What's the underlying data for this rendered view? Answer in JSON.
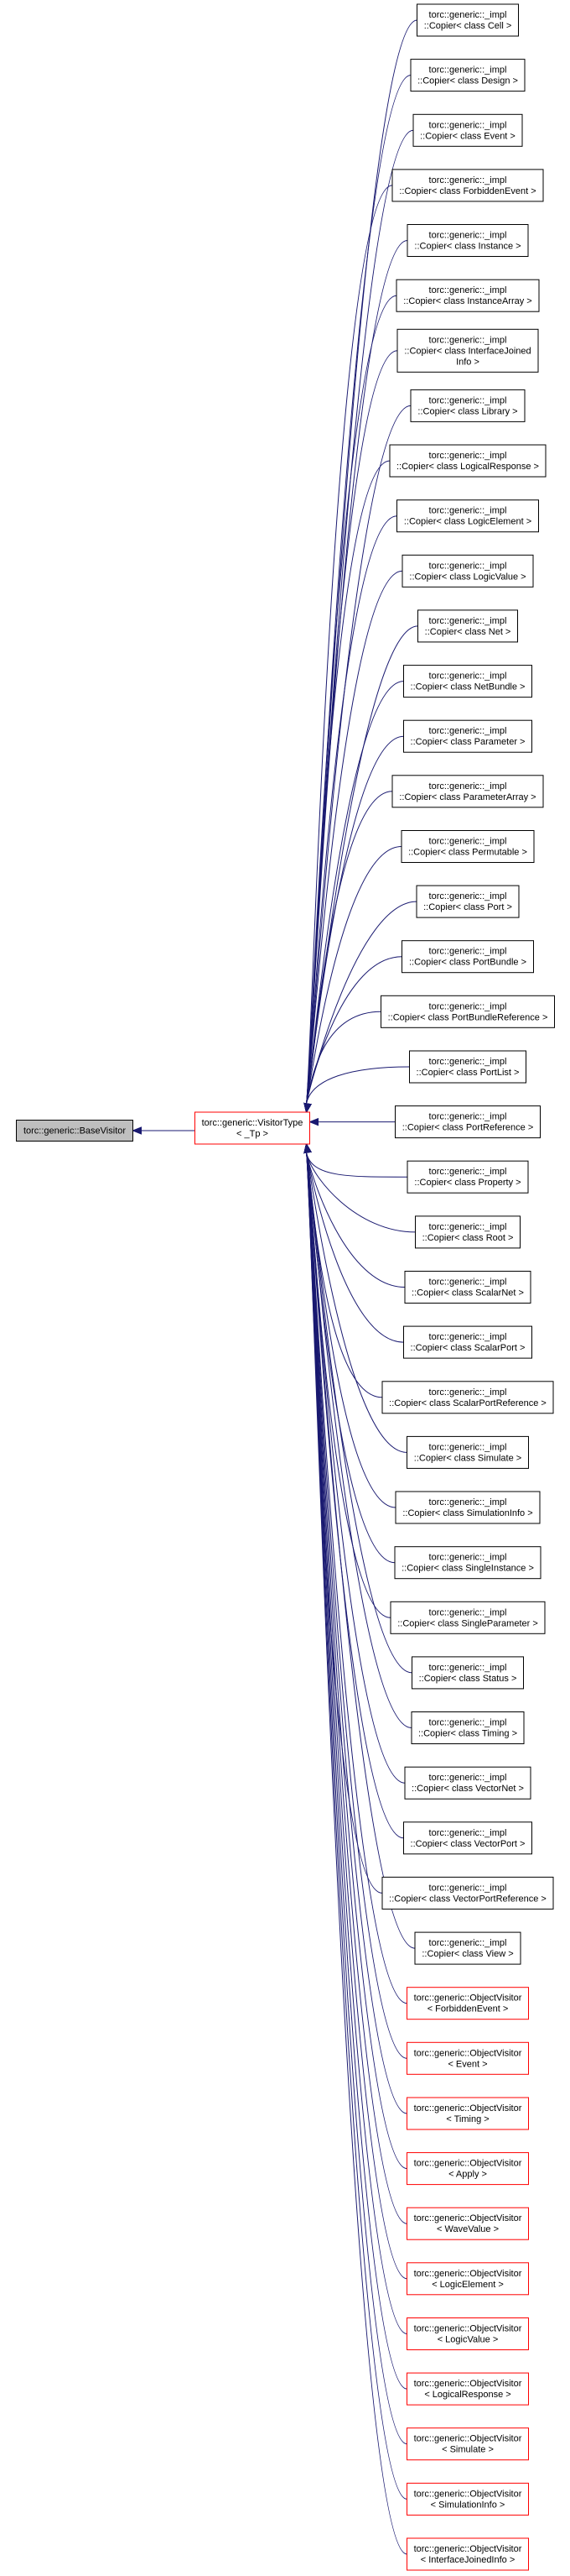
{
  "diagram": {
    "root": {
      "label": "torc::generic::BaseVisitor",
      "fill": "#bfbfbf",
      "border": "#000000"
    },
    "hub": {
      "lines": [
        "torc::generic::VisitorType",
        "< _Tp >"
      ],
      "border": "#ff0000"
    },
    "edge_color": "#191970",
    "children": [
      {
        "lines": [
          "torc::generic::_impl",
          "::Copier< class Cell >"
        ],
        "border": "#000000"
      },
      {
        "lines": [
          "torc::generic::_impl",
          "::Copier< class Design >"
        ],
        "border": "#000000"
      },
      {
        "lines": [
          "torc::generic::_impl",
          "::Copier< class Event >"
        ],
        "border": "#000000"
      },
      {
        "lines": [
          "torc::generic::_impl",
          "::Copier< class ForbiddenEvent >"
        ],
        "border": "#000000"
      },
      {
        "lines": [
          "torc::generic::_impl",
          "::Copier< class Instance >"
        ],
        "border": "#000000"
      },
      {
        "lines": [
          "torc::generic::_impl",
          "::Copier< class InstanceArray >"
        ],
        "border": "#000000"
      },
      {
        "lines": [
          "torc::generic::_impl",
          "::Copier< class InterfaceJoined",
          "Info >"
        ],
        "border": "#000000"
      },
      {
        "lines": [
          "torc::generic::_impl",
          "::Copier< class Library >"
        ],
        "border": "#000000"
      },
      {
        "lines": [
          "torc::generic::_impl",
          "::Copier< class LogicalResponse >"
        ],
        "border": "#000000"
      },
      {
        "lines": [
          "torc::generic::_impl",
          "::Copier< class LogicElement >"
        ],
        "border": "#000000"
      },
      {
        "lines": [
          "torc::generic::_impl",
          "::Copier< class LogicValue >"
        ],
        "border": "#000000"
      },
      {
        "lines": [
          "torc::generic::_impl",
          "::Copier< class Net >"
        ],
        "border": "#000000"
      },
      {
        "lines": [
          "torc::generic::_impl",
          "::Copier< class NetBundle >"
        ],
        "border": "#000000"
      },
      {
        "lines": [
          "torc::generic::_impl",
          "::Copier< class Parameter >"
        ],
        "border": "#000000"
      },
      {
        "lines": [
          "torc::generic::_impl",
          "::Copier< class ParameterArray >"
        ],
        "border": "#000000"
      },
      {
        "lines": [
          "torc::generic::_impl",
          "::Copier< class Permutable >"
        ],
        "border": "#000000"
      },
      {
        "lines": [
          "torc::generic::_impl",
          "::Copier< class Port >"
        ],
        "border": "#000000"
      },
      {
        "lines": [
          "torc::generic::_impl",
          "::Copier< class PortBundle >"
        ],
        "border": "#000000"
      },
      {
        "lines": [
          "torc::generic::_impl",
          "::Copier< class PortBundleReference >"
        ],
        "border": "#000000"
      },
      {
        "lines": [
          "torc::generic::_impl",
          "::Copier< class PortList >"
        ],
        "border": "#000000"
      },
      {
        "lines": [
          "torc::generic::_impl",
          "::Copier< class PortReference >"
        ],
        "border": "#000000"
      },
      {
        "lines": [
          "torc::generic::_impl",
          "::Copier< class Property >"
        ],
        "border": "#000000"
      },
      {
        "lines": [
          "torc::generic::_impl",
          "::Copier< class Root >"
        ],
        "border": "#000000"
      },
      {
        "lines": [
          "torc::generic::_impl",
          "::Copier< class ScalarNet >"
        ],
        "border": "#000000"
      },
      {
        "lines": [
          "torc::generic::_impl",
          "::Copier< class ScalarPort >"
        ],
        "border": "#000000"
      },
      {
        "lines": [
          "torc::generic::_impl",
          "::Copier< class ScalarPortReference >"
        ],
        "border": "#000000"
      },
      {
        "lines": [
          "torc::generic::_impl",
          "::Copier< class Simulate >"
        ],
        "border": "#000000"
      },
      {
        "lines": [
          "torc::generic::_impl",
          "::Copier< class SimulationInfo >"
        ],
        "border": "#000000"
      },
      {
        "lines": [
          "torc::generic::_impl",
          "::Copier< class SingleInstance >"
        ],
        "border": "#000000"
      },
      {
        "lines": [
          "torc::generic::_impl",
          "::Copier< class SingleParameter >"
        ],
        "border": "#000000"
      },
      {
        "lines": [
          "torc::generic::_impl",
          "::Copier< class Status >"
        ],
        "border": "#000000"
      },
      {
        "lines": [
          "torc::generic::_impl",
          "::Copier< class Timing >"
        ],
        "border": "#000000"
      },
      {
        "lines": [
          "torc::generic::_impl",
          "::Copier< class VectorNet >"
        ],
        "border": "#000000"
      },
      {
        "lines": [
          "torc::generic::_impl",
          "::Copier< class VectorPort >"
        ],
        "border": "#000000"
      },
      {
        "lines": [
          "torc::generic::_impl",
          "::Copier< class VectorPortReference >"
        ],
        "border": "#000000"
      },
      {
        "lines": [
          "torc::generic::_impl",
          "::Copier< class View >"
        ],
        "border": "#000000"
      },
      {
        "lines": [
          "torc::generic::ObjectVisitor",
          "< ForbiddenEvent >"
        ],
        "border": "#ff0000"
      },
      {
        "lines": [
          "torc::generic::ObjectVisitor",
          "< Event >"
        ],
        "border": "#ff0000"
      },
      {
        "lines": [
          "torc::generic::ObjectVisitor",
          "< Timing >"
        ],
        "border": "#ff0000"
      },
      {
        "lines": [
          "torc::generic::ObjectVisitor",
          "< Apply >"
        ],
        "border": "#ff0000"
      },
      {
        "lines": [
          "torc::generic::ObjectVisitor",
          "< WaveValue >"
        ],
        "border": "#ff0000"
      },
      {
        "lines": [
          "torc::generic::ObjectVisitor",
          "< LogicElement >"
        ],
        "border": "#ff0000"
      },
      {
        "lines": [
          "torc::generic::ObjectVisitor",
          "< LogicValue >"
        ],
        "border": "#ff0000"
      },
      {
        "lines": [
          "torc::generic::ObjectVisitor",
          "< LogicalResponse >"
        ],
        "border": "#ff0000"
      },
      {
        "lines": [
          "torc::generic::ObjectVisitor",
          "< Simulate >"
        ],
        "border": "#ff0000"
      },
      {
        "lines": [
          "torc::generic::ObjectVisitor",
          "< SimulationInfo >"
        ],
        "border": "#ff0000"
      },
      {
        "lines": [
          "torc::generic::ObjectVisitor",
          "< InterfaceJoinedInfo >"
        ],
        "border": "#ff0000"
      }
    ]
  }
}
